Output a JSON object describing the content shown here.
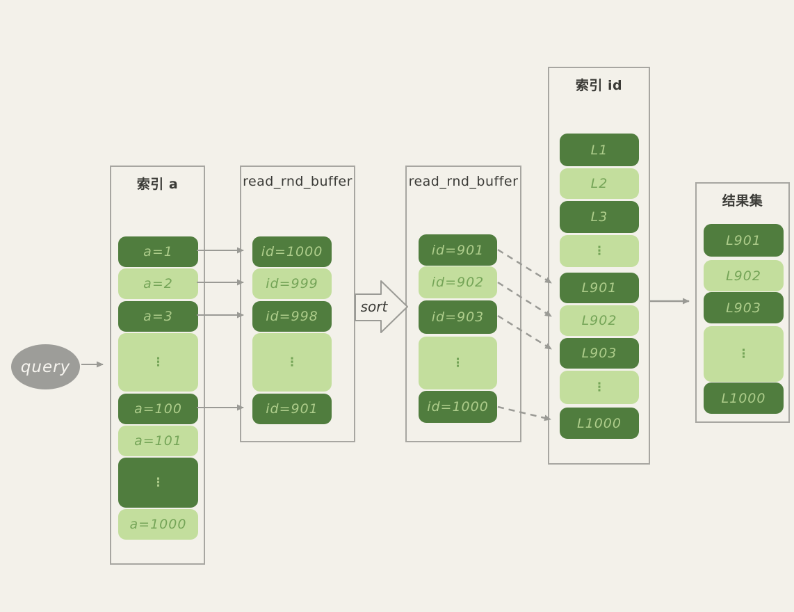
{
  "query": {
    "label": "query"
  },
  "sort": {
    "label": "sort"
  },
  "columns": [
    {
      "title": "索引 a",
      "cells": [
        "a=1",
        "a=2",
        "a=3",
        "⋮",
        "a=100",
        "a=101",
        "⋮",
        "a=1000"
      ]
    },
    {
      "title": "read_rnd_buffer",
      "cells": [
        "id=1000",
        "id=999",
        "id=998",
        "⋮",
        "id=901"
      ]
    },
    {
      "title": "read_rnd_buffer",
      "cells": [
        "id=901",
        "id=902",
        "id=903",
        "⋮",
        "id=1000"
      ]
    },
    {
      "title": "索引 id",
      "cells": [
        "L1",
        "L2",
        "L3",
        "⋮",
        "L901",
        "L902",
        "L903",
        "⋮",
        "L1000"
      ]
    },
    {
      "title": "结果集",
      "cells": [
        "L901",
        "L902",
        "L903",
        "⋮",
        "L1000"
      ]
    }
  ],
  "arrows": {
    "solid": [
      "query → 索引 a",
      "a=1 → id=1000",
      "a=2 → id=999",
      "a=3 → id=998",
      "a=100 → id=901",
      "索引 id → 结果集"
    ],
    "dashed": [
      "id=901 → L901",
      "id=902 → L902",
      "id=903 → L903",
      "id=1000 → L1000"
    ],
    "sort_between": "read_rnd_buffer → read_rnd_buffer"
  },
  "colors": {
    "background": "#f3f1ea",
    "cell_dark": "#507d3e",
    "cell_light": "#c3de9d",
    "cell_dark_text": "#aecd8b",
    "cell_light_text": "#74a457",
    "box_border": "#a7a6a1",
    "arrow": "#9a9a95",
    "query_fill": "#9d9d99",
    "query_text": "#f6f4ef",
    "title_text": "#3a3a36"
  }
}
